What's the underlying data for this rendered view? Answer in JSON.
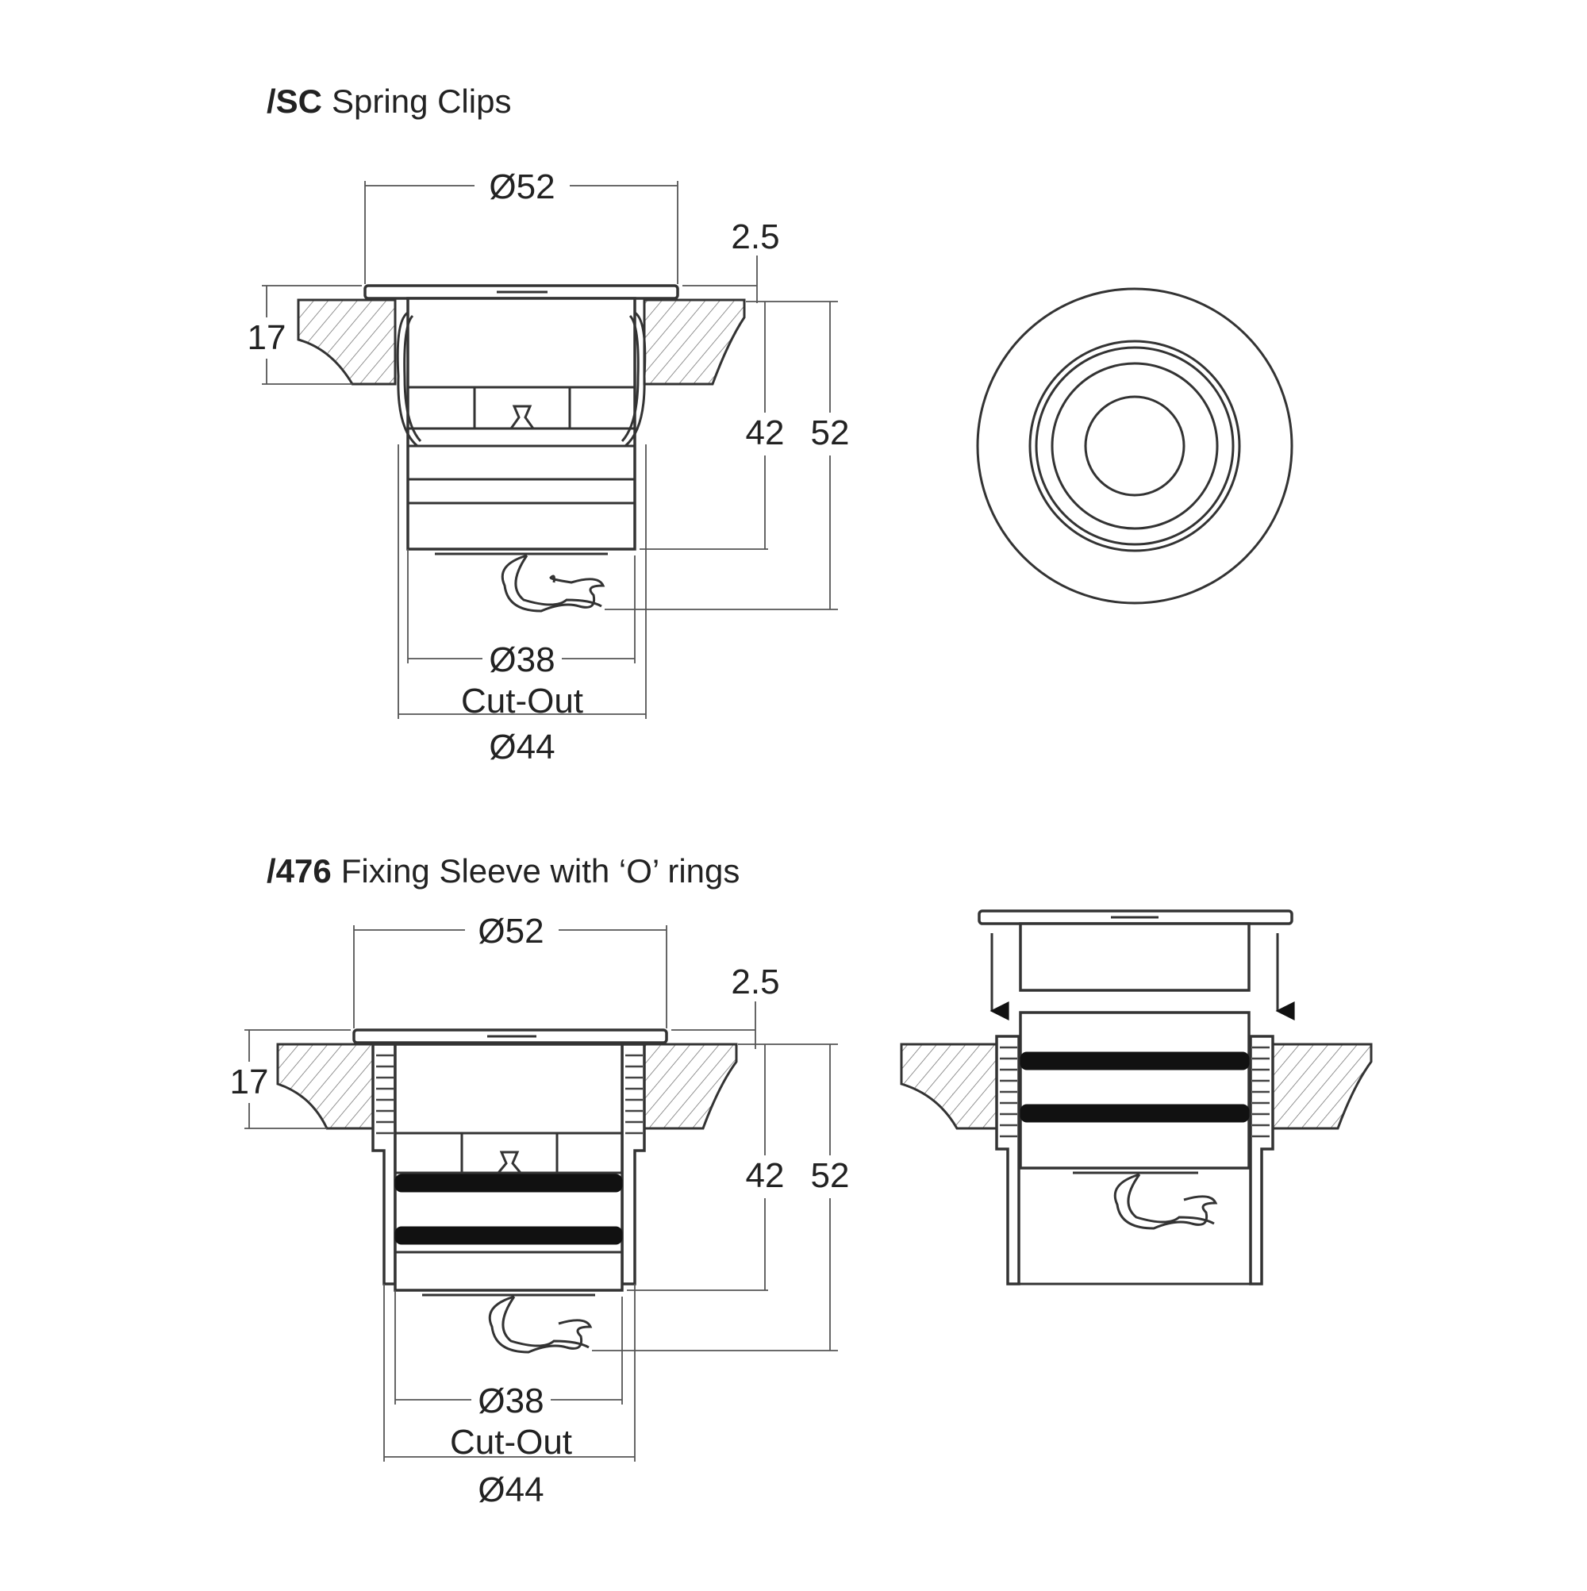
{
  "sc": {
    "code": "/SC",
    "title": "Spring Clips",
    "dia_top": "Ø52",
    "flange": "2.5",
    "depth": "17",
    "body_len": "42",
    "total_len": "52",
    "cutout_dia": "Ø38",
    "cutout_label": "Cut-Out",
    "outer_dia": "Ø44"
  },
  "fs": {
    "code": "/476",
    "title": "Fixing Sleeve with ‘O’ rings",
    "dia_top": "Ø52",
    "flange": "2.5",
    "depth": "17",
    "body_len": "42",
    "total_len": "52",
    "cutout_dia": "Ø38",
    "cutout_label": "Cut-Out",
    "outer_dia": "Ø44"
  },
  "colors": {
    "line": "#333333",
    "ring": "#111111",
    "background": "#ffffff"
  }
}
